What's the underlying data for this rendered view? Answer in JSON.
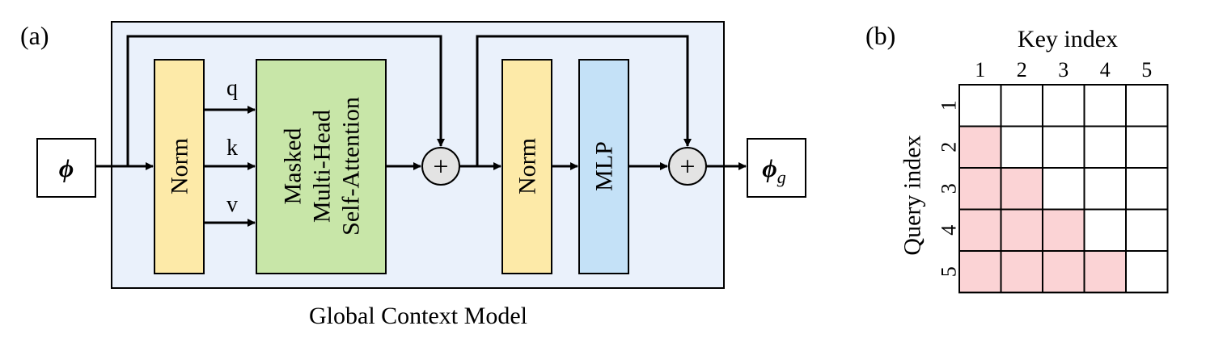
{
  "panel_a": {
    "label": "(a)",
    "input_symbol": "ϕ",
    "output_symbol": "ϕ",
    "output_subscript": "g",
    "norm1_label": "Norm",
    "q_label": "q",
    "k_label": "k",
    "v_label": "v",
    "attention_lines": [
      "Masked",
      "Multi-Head",
      "Self-Attention"
    ],
    "plus1": "+",
    "norm2_label": "Norm",
    "mlp_label": "MLP",
    "plus2": "+",
    "caption": "Global Context Model",
    "colors": {
      "container_bg": "#eaf1fb",
      "norm_fill": "#fdeaa8",
      "attention_fill": "#c8e6a8",
      "mlp_fill": "#c4e1f7",
      "plus_fill": "#e3e3e3"
    }
  },
  "panel_b": {
    "label": "(b)",
    "x_title": "Key index",
    "y_title": "Query index",
    "col_labels": [
      "1",
      "2",
      "3",
      "4",
      "5"
    ],
    "row_labels": [
      "1",
      "2",
      "3",
      "4",
      "5"
    ],
    "mask_color": "#fbd3d5",
    "mask": [
      [
        0,
        0,
        0,
        0,
        0
      ],
      [
        1,
        0,
        0,
        0,
        0
      ],
      [
        1,
        1,
        0,
        0,
        0
      ],
      [
        1,
        1,
        1,
        0,
        0
      ],
      [
        1,
        1,
        1,
        1,
        0
      ]
    ]
  }
}
